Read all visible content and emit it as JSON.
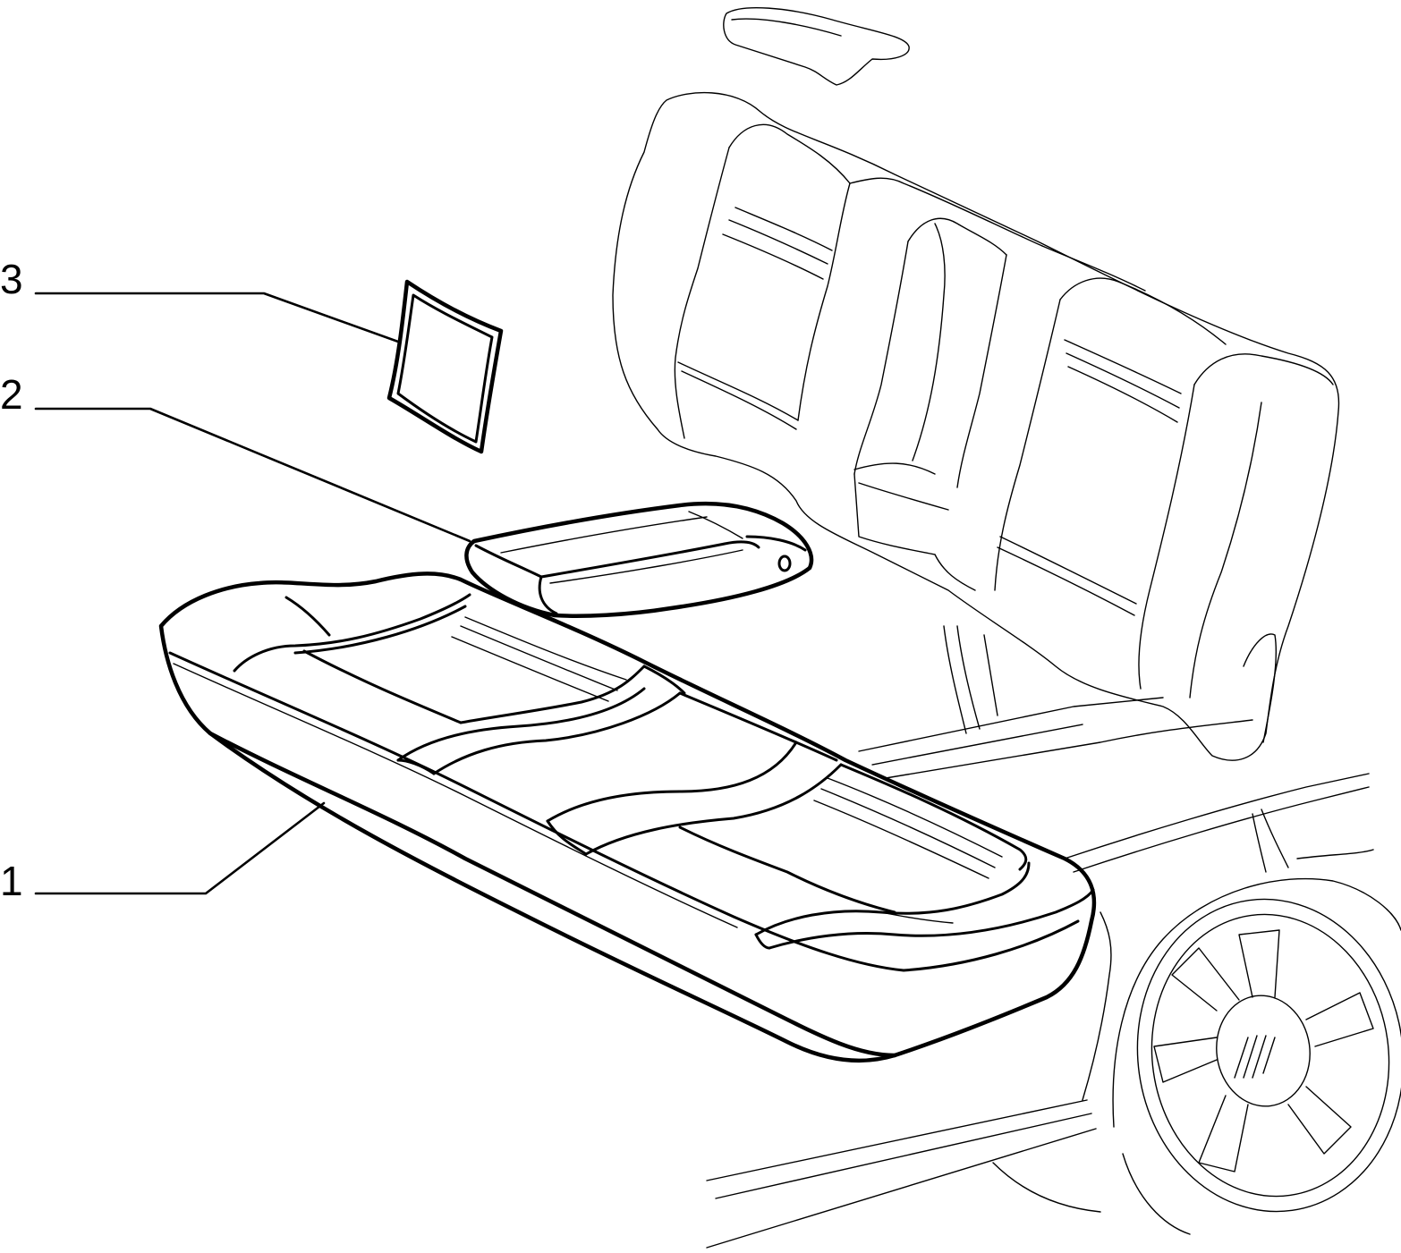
{
  "callouts": [
    {
      "id": "1",
      "label": "1",
      "part": "seat-cushion-cover"
    },
    {
      "id": "2",
      "label": "2",
      "part": "armrest-cover"
    },
    {
      "id": "3",
      "label": "3",
      "part": "cover-patch"
    }
  ],
  "colors": {
    "line": "#000000",
    "background": "#ffffff"
  }
}
